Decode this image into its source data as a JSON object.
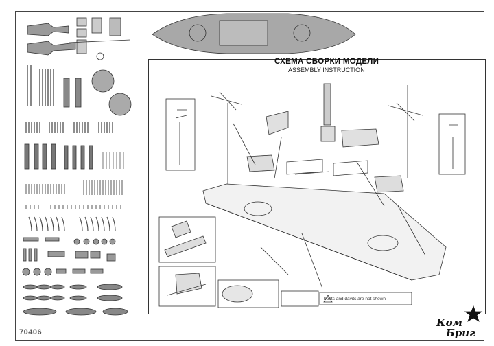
{
  "instruction": {
    "title_ru": "СХЕМА СБОРКИ МОДЕЛИ",
    "title_en": "ASSEMBLY INSTRUCTION",
    "warning_note": "boats and davits are not shown"
  },
  "kit": {
    "part_number": "70406",
    "brand_line1": "Ком",
    "brand_line2": "Бриг"
  }
}
